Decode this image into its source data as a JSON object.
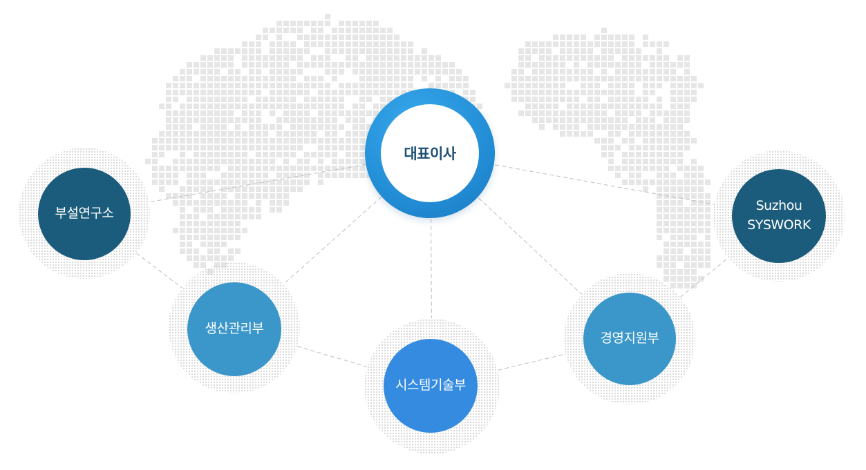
{
  "diagram": {
    "center_node": {
      "label": "대표이사"
    },
    "nodes": [
      {
        "id": "research",
        "label": "부설연구소",
        "color": "#1b5b7b"
      },
      {
        "id": "production",
        "label": "생산관리부",
        "color": "#3b96c9"
      },
      {
        "id": "system",
        "label": "시스템기술부",
        "color": "#348be0"
      },
      {
        "id": "management",
        "label": "경영지원부",
        "color": "#3b96c9"
      },
      {
        "id": "suzhou",
        "label_lines": [
          "Suzhou",
          "SYSWORK"
        ],
        "color": "#1b5b7b"
      }
    ],
    "connectors": [
      [
        "center",
        "research"
      ],
      [
        "center",
        "production"
      ],
      [
        "center",
        "system"
      ],
      [
        "center",
        "management"
      ],
      [
        "center",
        "suzhou"
      ],
      [
        "research",
        "production"
      ],
      [
        "production",
        "system"
      ],
      [
        "system",
        "management"
      ],
      [
        "management",
        "suzhou"
      ]
    ],
    "colors": {
      "ceo_ring": "#2390d8",
      "line": "#bdbdbd",
      "map_dot": "#e6e6e6"
    }
  }
}
